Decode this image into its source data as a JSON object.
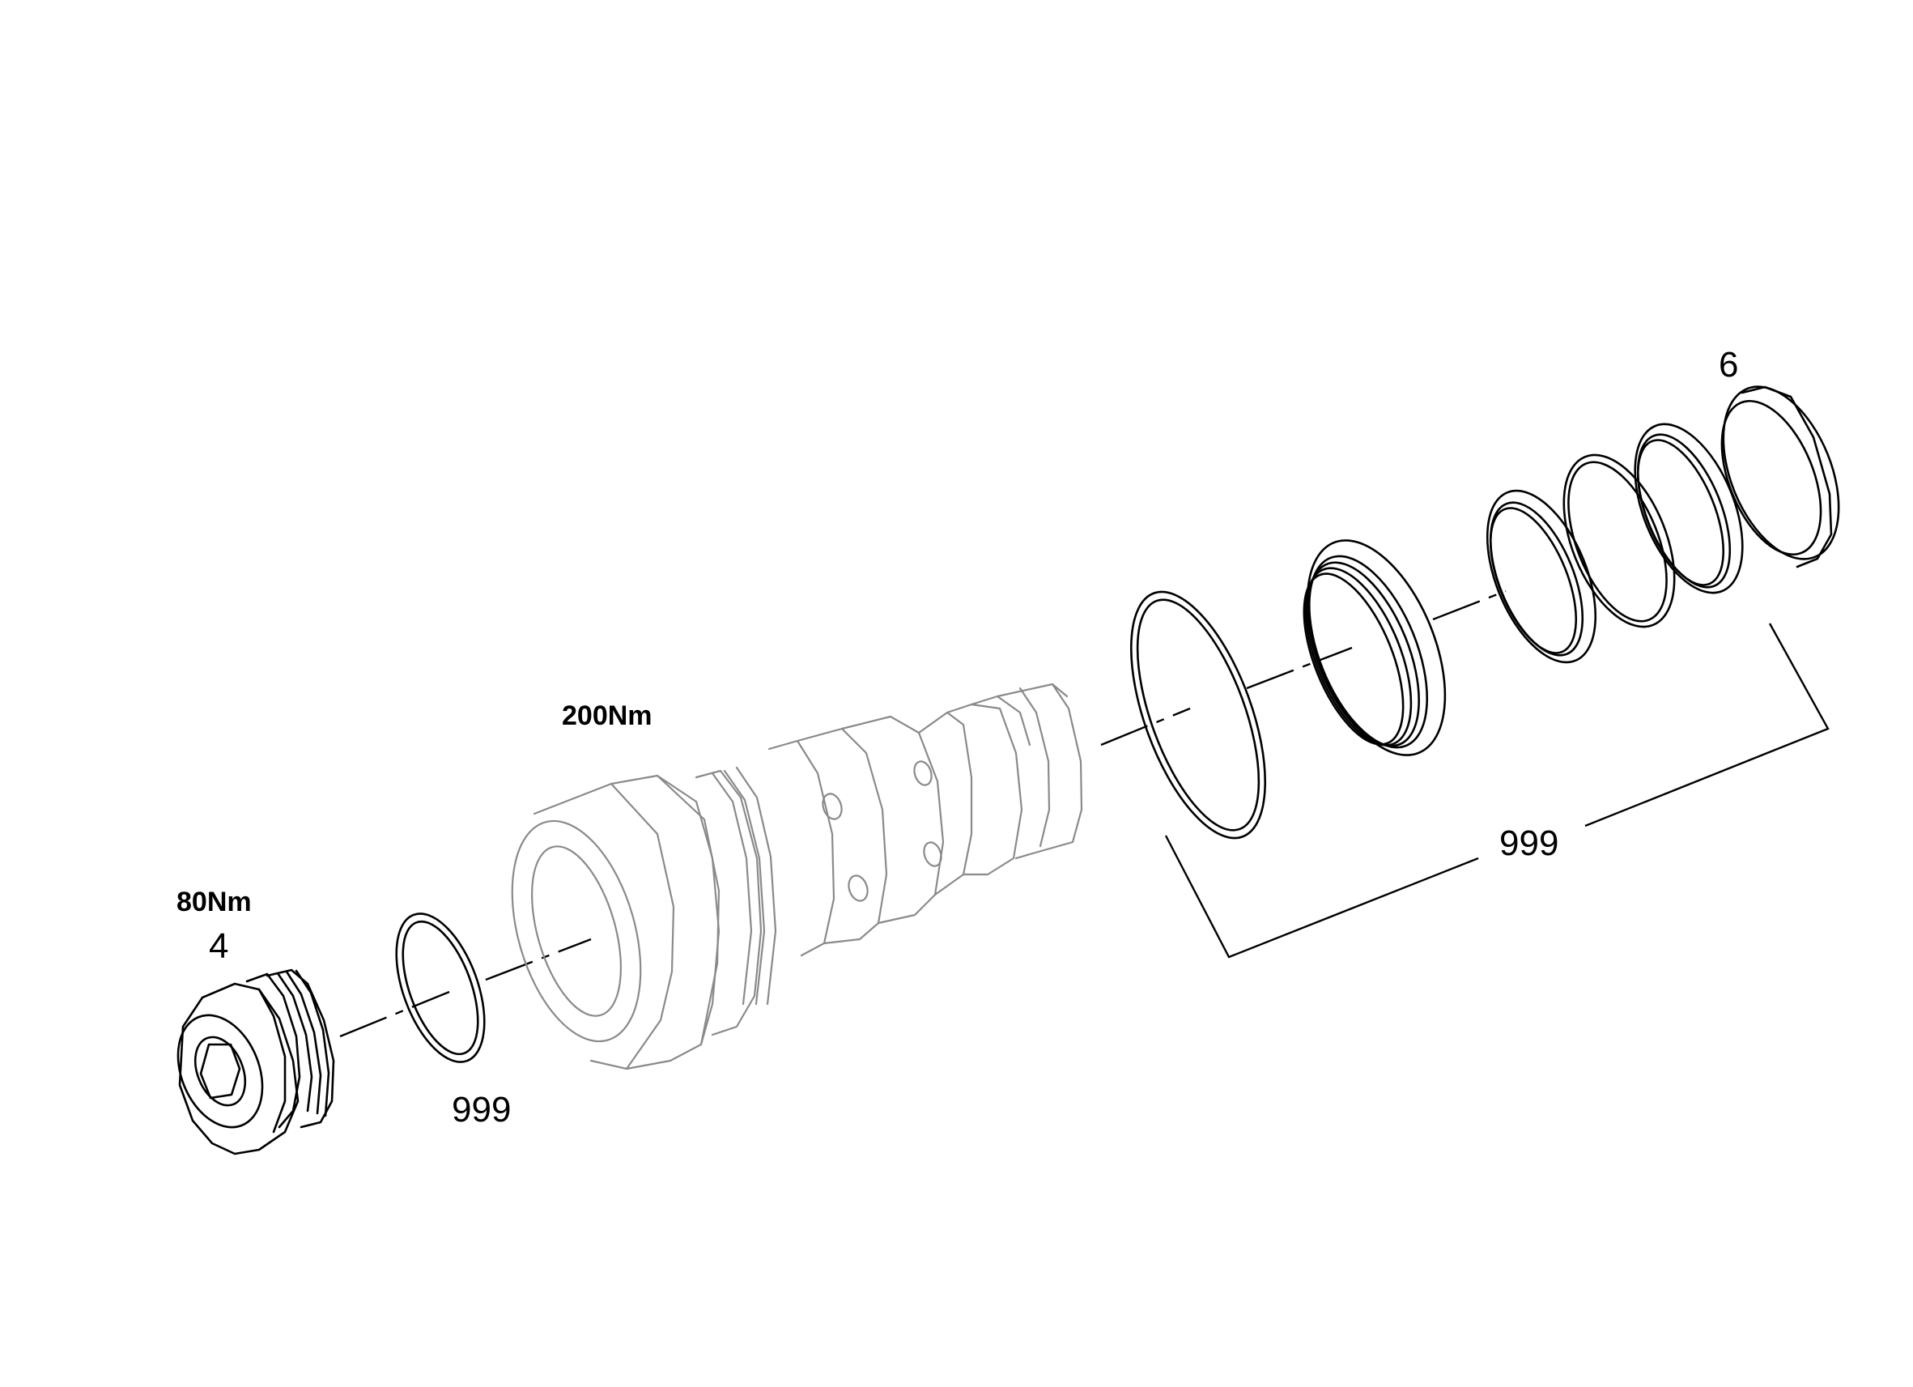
{
  "diagram": {
    "labels": {
      "torque_plug": "80Nm",
      "item_plug": "4",
      "seal_small": "999",
      "torque_valve": "200Nm",
      "item_ring": "6",
      "seal_kit": "999"
    },
    "colors": {
      "line": "#000000",
      "valve_body": "#8a8a8a",
      "background": "#ffffff"
    }
  }
}
